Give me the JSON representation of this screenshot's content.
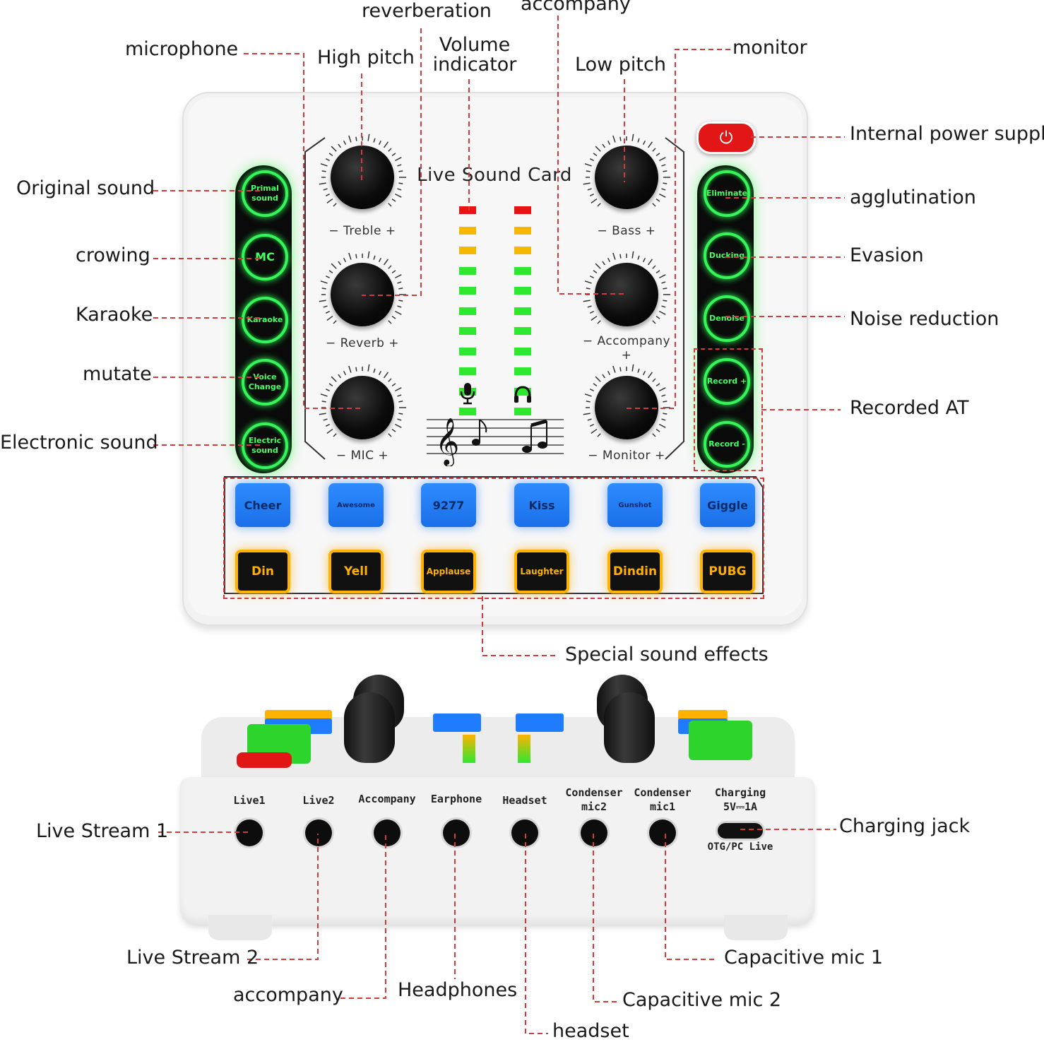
{
  "device": {
    "title": "Live Sound Card",
    "power_icon": "power-icon",
    "left_buttons": [
      {
        "label": "Primal sound"
      },
      {
        "label": "MC"
      },
      {
        "label": "Karaoke"
      },
      {
        "label": "Voice Change"
      },
      {
        "label": "Electric sound"
      }
    ],
    "right_buttons": [
      {
        "label": "Eliminate"
      },
      {
        "label": "Ducking"
      },
      {
        "label": "Denoise"
      },
      {
        "label": "Record +"
      },
      {
        "label": "Record -"
      }
    ],
    "knobs_left": [
      {
        "label": "− Treble +"
      },
      {
        "label": "− Reverb +"
      },
      {
        "label": "− MIC +"
      }
    ],
    "knobs_right": [
      {
        "label": "− Bass +"
      },
      {
        "label": "− Accompany +"
      },
      {
        "label": "− Monitor +"
      }
    ],
    "meter_icons": [
      "microphone-icon",
      "headphones-icon"
    ],
    "blue_pads": [
      {
        "label": "Cheer"
      },
      {
        "label": "Awesome"
      },
      {
        "label": "9277"
      },
      {
        "label": "Kiss"
      },
      {
        "label": "Gunshot"
      },
      {
        "label": "Giggle"
      }
    ],
    "orange_pads": [
      {
        "label": "Din"
      },
      {
        "label": "Yell"
      },
      {
        "label": "Applause"
      },
      {
        "label": "Laughter"
      },
      {
        "label": "Dindin"
      },
      {
        "label": "PUBG"
      }
    ],
    "colors": {
      "led_green": "#2ee830",
      "led_yellow": "#f5b800",
      "led_red": "#e81414",
      "pad_blue": "#1f7cff",
      "pad_orange": "#ffb300",
      "button_glow": "#36f55a",
      "callout_line": "#d43a3a"
    }
  },
  "ports": {
    "labels": [
      {
        "line1": "Live1",
        "line2": ""
      },
      {
        "line1": "Live2",
        "line2": ""
      },
      {
        "line1": "Accompany",
        "line2": ""
      },
      {
        "line1": "Earphone",
        "line2": ""
      },
      {
        "line1": "Headset",
        "line2": ""
      },
      {
        "line1": "Condenser",
        "line2": "mic2"
      },
      {
        "line1": "Condenser",
        "line2": "mic1"
      },
      {
        "line1": "Charging",
        "line2": "5V⎓1A"
      }
    ],
    "usb_sublabel": "OTG/PC Live"
  },
  "callouts": {
    "reverberation": "reverberation",
    "accompany_top": "accompany",
    "microphone": "microphone",
    "high_pitch": "High pitch",
    "volume_indicator_1": "Volume",
    "volume_indicator_2": "indicator",
    "low_pitch": "Low pitch",
    "monitor": "monitor",
    "internal_power": "Internal power supply",
    "original_sound": "Original sound",
    "crowing": "crowing",
    "karaoke": "Karaoke",
    "mutate": "mutate",
    "electronic_sound": "Electronic sound",
    "agglutination": "agglutination",
    "evasion": "Evasion",
    "noise_reduction": "Noise reduction",
    "recorded_at": "Recorded AT",
    "special_effects": "Special sound effects",
    "live_stream_1": "Live Stream 1",
    "charging_jack": "Charging jack",
    "live_stream_2": "Live Stream 2",
    "capacitive_mic_1": "Capacitive mic 1",
    "accompany_bottom": "accompany",
    "headphones": "Headphones",
    "capacitive_mic_2": "Capacitive mic 2",
    "headset": "headset"
  }
}
